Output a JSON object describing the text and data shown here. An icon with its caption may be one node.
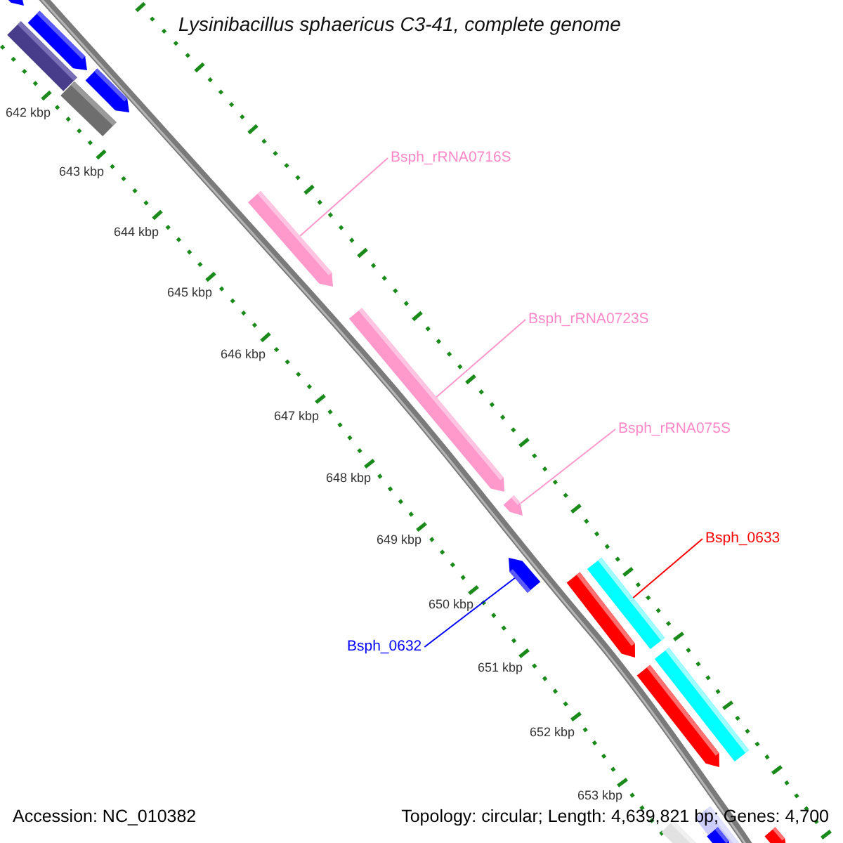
{
  "diagram": {
    "title": "Lysinibacillus sphaericus C3-41, complete genome",
    "nodes": [
      {
        "text": [
          "Bsph_rRNA0716S"
        ]
      },
      {
        "text": [],
        "shape": "bar"
      },
      {
        "text": [
          "Bsph_rRNA0723S"
        ]
      },
      {
        "text": [],
        "shape": "bar"
      },
      {
        "text": [
          "Bsph_rRNA075S"
        ]
      },
      {
        "text": [],
        "shape": "bar"
      },
      {
        "text": [
          "Bsph_0633"
        ]
      },
      {
        "text": [],
        "shape": "bar"
      },
      {
        "text": [
          "Bsph_0632"
        ]
      },
      {
        "text": [],
        "shape": "bar"
      }
    ],
    "edges": [
      {
        "from": 0,
        "to": 1,
        "arrow": "none",
        "color": "#ff99cc"
      },
      {
        "from": 2,
        "to": 3,
        "arrow": "none",
        "color": "#ff99cc"
      },
      {
        "from": 4,
        "to": 5,
        "arrow": "none",
        "color": "#ff99cc"
      },
      {
        "from": 6,
        "to": 7,
        "arrow": "none",
        "color": "#ff0000"
      },
      {
        "from": 8,
        "to": 9,
        "arrow": "none",
        "color": "#0000ff"
      }
    ],
    "labels": [
      "642 kbp",
      "643 kbp",
      "644 kbp",
      "645 kbp",
      "646 kbp",
      "647 kbp",
      "648 kbp",
      "649 kbp",
      "650 kbp",
      "651 kbp",
      "652 kbp",
      "653 kbp",
      "Accession: NC_010382",
      "Topology: circular; Length: 4,639,821 bp; Genes: 4,700"
    ]
  }
}
